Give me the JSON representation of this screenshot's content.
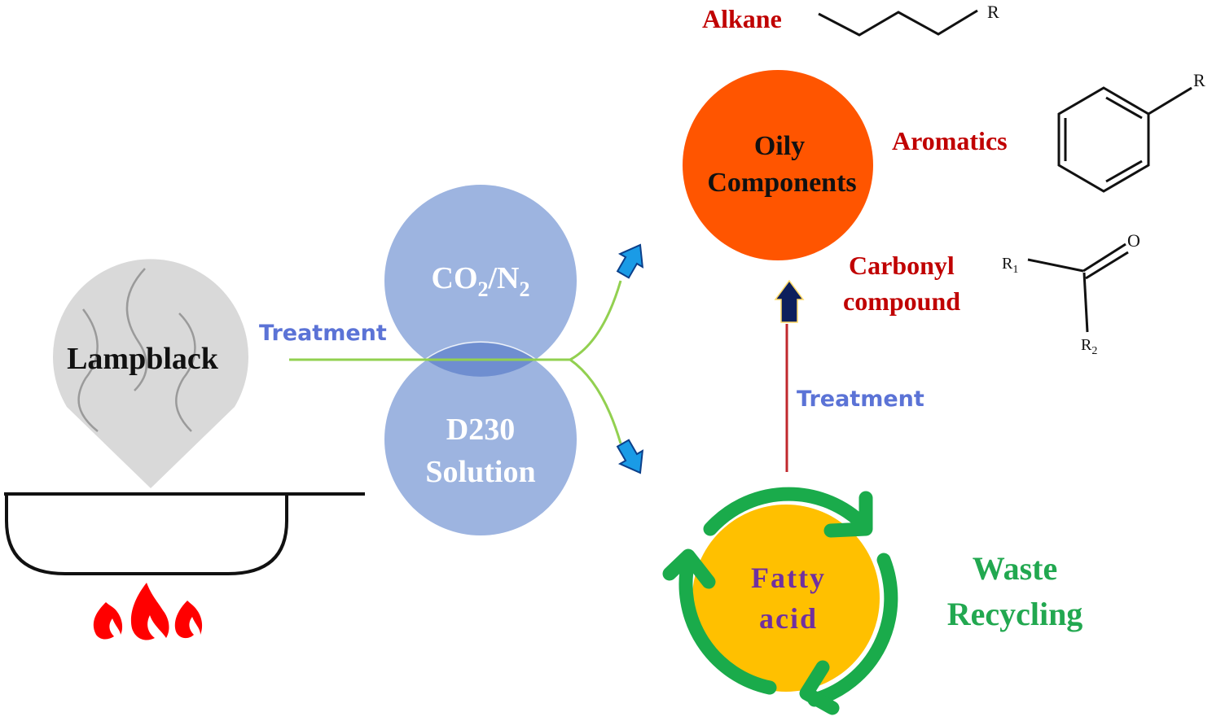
{
  "lampblack": {
    "label": "Lampblack",
    "fill": "#d9d9d9",
    "icon": "smoke-wisps-icon"
  },
  "pan": {
    "icon": "frying-pan-icon"
  },
  "flames": {
    "icon": "fire-icon",
    "color": "#ff0000"
  },
  "treatment_left": {
    "label": "Treatment",
    "color": "#5b73d6"
  },
  "treatment_right": {
    "label": "Treatment",
    "color": "#5b73d6"
  },
  "gas_circle": {
    "label_main": "CO",
    "sub1": "2",
    "slash": "/N",
    "sub2": "2",
    "fill": "#8eaadb"
  },
  "solution_circle": {
    "line1": "D230",
    "line2": "Solution",
    "fill": "#8eaadb"
  },
  "oily_components": {
    "line1": "Oily",
    "line2": "Components",
    "fill": "#ff5500"
  },
  "compounds": {
    "alkane": {
      "label": "Alkane",
      "structure_label": "R"
    },
    "aromatics": {
      "label": "Aromatics",
      "structure_label": "R"
    },
    "carbonyl": {
      "line1": "Carbonyl",
      "line2": "compound",
      "o_label": "O",
      "r1": "R",
      "r1_sub": "1",
      "r2": "R",
      "r2_sub": "2"
    },
    "color": "#c00000"
  },
  "fatty_acid": {
    "line1": "Fatty",
    "line2": "acid",
    "fill": "#ffc000",
    "text_color": "#7030a0",
    "ring_color": "#1aab4b"
  },
  "waste_recycling": {
    "line1": "Waste",
    "line2": "Recycling",
    "color": "#22a850"
  },
  "colors": {
    "green_line": "#92d050",
    "red_line": "#c0282e",
    "blue_arrow": "#1a9be6",
    "navy_arrow": "#0d1f5c"
  }
}
